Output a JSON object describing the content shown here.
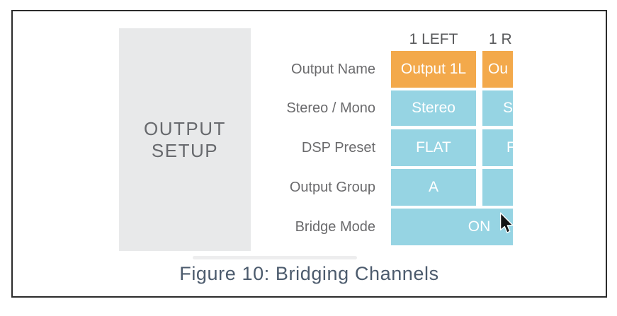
{
  "figure": {
    "caption": "Figure 10: Bridging Channels"
  },
  "sidebar": {
    "title_line1": "OUTPUT",
    "title_line2": "SETUP"
  },
  "table": {
    "column_headers": [
      {
        "label": "1 LEFT"
      },
      {
        "label": "1 R"
      }
    ],
    "rows": [
      {
        "label": "Output Name",
        "channel1": "Output 1L",
        "channel2_partial": "Ou"
      },
      {
        "label": "Stereo / Mono",
        "channel1": "Stereo",
        "channel2_partial": "S"
      },
      {
        "label": "DSP Preset",
        "channel1": "FLAT",
        "channel2_partial": "F"
      },
      {
        "label": "Output Group",
        "channel1": "A",
        "channel2_partial": ""
      },
      {
        "label": "Bridge Mode",
        "bridge_value": "ON"
      }
    ]
  },
  "icons": {
    "cursor": "mouse-arrow-pointer"
  },
  "colors": {
    "cell_orange": "#F3A94B",
    "cell_blue": "#96D4E3",
    "panel_gray": "#E8E9EA",
    "caption_text": "#4C5B6D",
    "frame_border": "#2B2B2B"
  }
}
